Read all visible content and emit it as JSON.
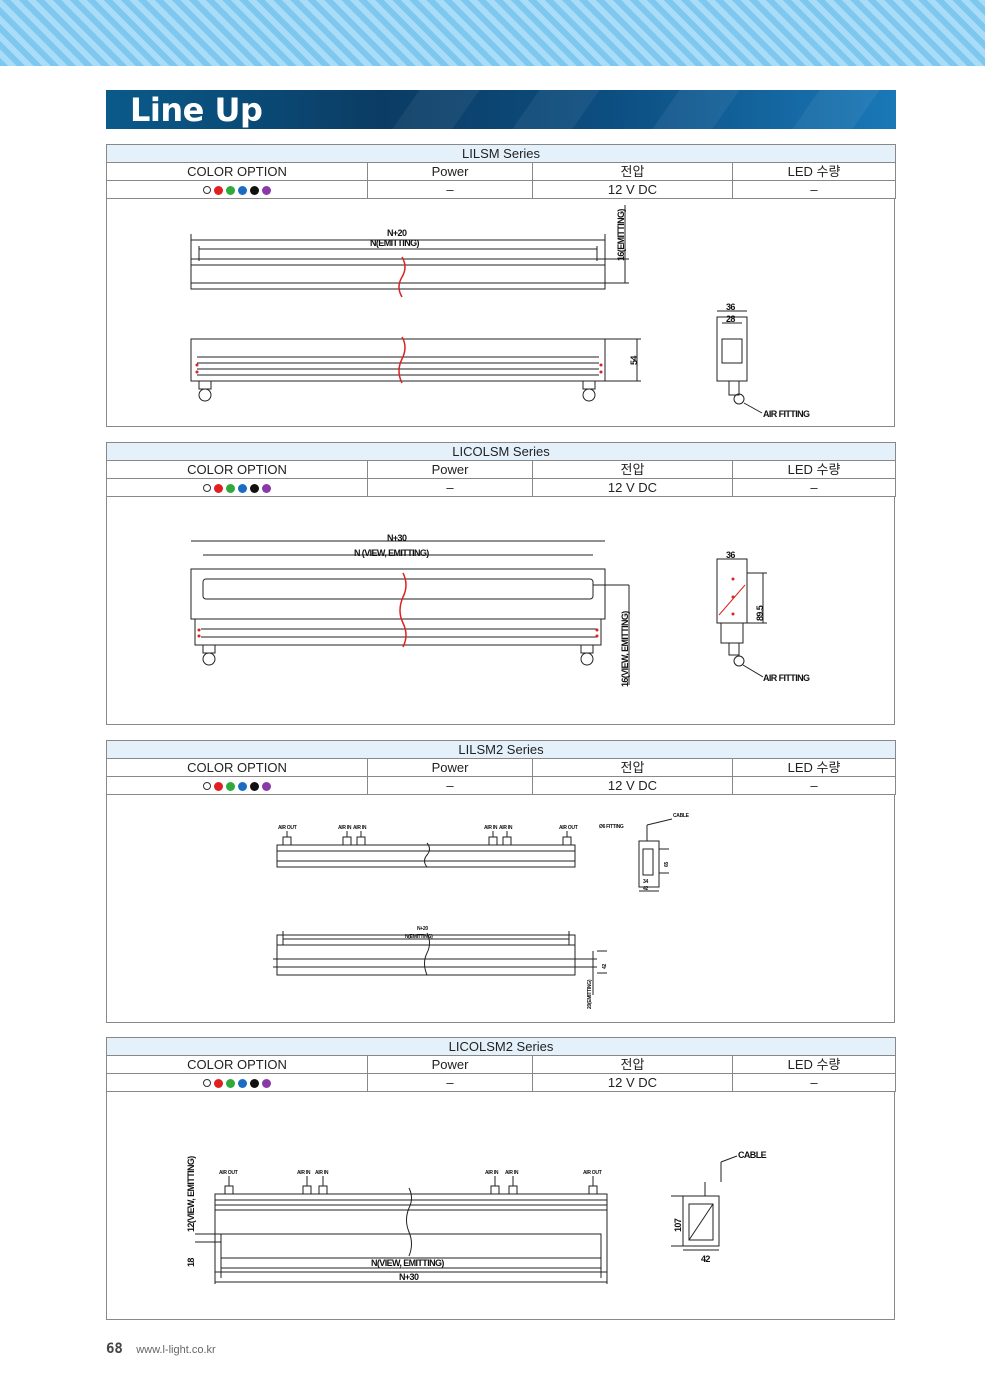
{
  "header": {
    "title": "Line Up"
  },
  "table_headers": {
    "color_option": "COLOR OPTION",
    "power": "Power",
    "voltage": "전압",
    "led_count": "LED 수량"
  },
  "colors": [
    "#ffffff",
    "#e02020",
    "#2eaa3a",
    "#1c6cc4",
    "#111111",
    "#8a3aa8"
  ],
  "series": [
    {
      "name": "LILSM Series",
      "power": "–",
      "voltage": "12 V DC",
      "led_count": "–",
      "labels": {
        "overall": "N+20",
        "emitting": "N(EMITTING)",
        "height_emit": "16(EMITTING)",
        "height": "54",
        "width_outer": "36",
        "width_inner": "28",
        "air_fitting": "AIR FITTING"
      }
    },
    {
      "name": "LICOLSM Series",
      "power": "–",
      "voltage": "12 V DC",
      "led_count": "–",
      "labels": {
        "overall": "N+30",
        "emitting": "N (VIEW, EMITTING)",
        "height_emit": "16(VIEW, EMITTING)",
        "height": "89.5",
        "width_outer": "36",
        "air_fitting": "AIR FITTING"
      }
    },
    {
      "name": "LILSM2 Series",
      "power": "–",
      "voltage": "12 V DC",
      "led_count": "–",
      "labels": {
        "air_out": "AIR OUT",
        "air_in": "AIR IN",
        "fitting": "Ø6 FITTING",
        "cable": "CABLE",
        "overall": "N+20",
        "emitting": "N(EMITTING)",
        "height_emit": "20(EMITTING)",
        "height": "42",
        "side_h": "65",
        "w1": "34",
        "w2": "42"
      }
    },
    {
      "name": "LICOLSM2 Series",
      "power": "–",
      "voltage": "12 V DC",
      "led_count": "–",
      "labels": {
        "air_out": "AIR OUT",
        "air_in": "AIR IN",
        "cable": "CABLE",
        "height_emit": "12(VIEW, EMITTING)",
        "offset": "18",
        "emitting": "N(VIEW, EMITTING)",
        "overall": "N+30",
        "height": "107",
        "width": "42"
      }
    }
  ],
  "footer": {
    "page": "68",
    "url": "www.l-light.co.kr"
  }
}
